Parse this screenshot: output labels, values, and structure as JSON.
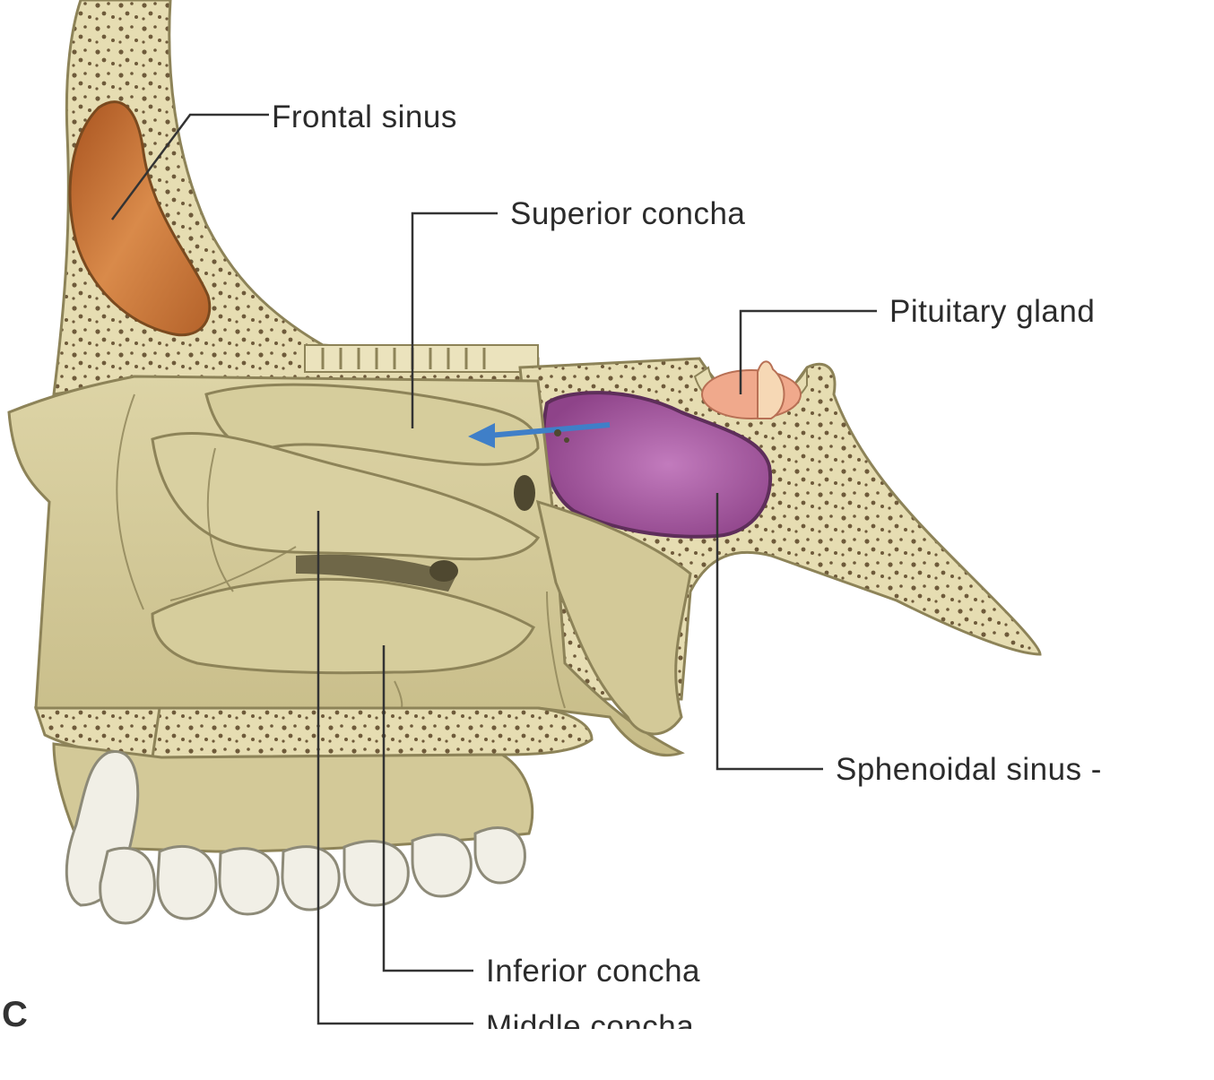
{
  "labels": {
    "frontal_sinus": "Frontal sinus",
    "superior_concha": "Superior concha",
    "pituitary_gland": "Pituitary gland",
    "sphenoidal_sinus": "Sphenoidal sinus -",
    "inferior_concha": "Inferior concha",
    "middle_concha": "Middle concha"
  },
  "panel_letter": "C",
  "colors": {
    "bone": "#d9d0a1",
    "bone_shadow": "#b9ae7a",
    "bone_outline": "#8d8358",
    "frontal_sinus": "#c26a2e",
    "sphenoidal_sinus": "#a65aa0",
    "pituitary_gland": "#f0a98c",
    "teeth": "#f1efe6",
    "leader_line": "#333333",
    "arrow": "#3f7fc8"
  },
  "icons": [
    "blue-arrow"
  ]
}
